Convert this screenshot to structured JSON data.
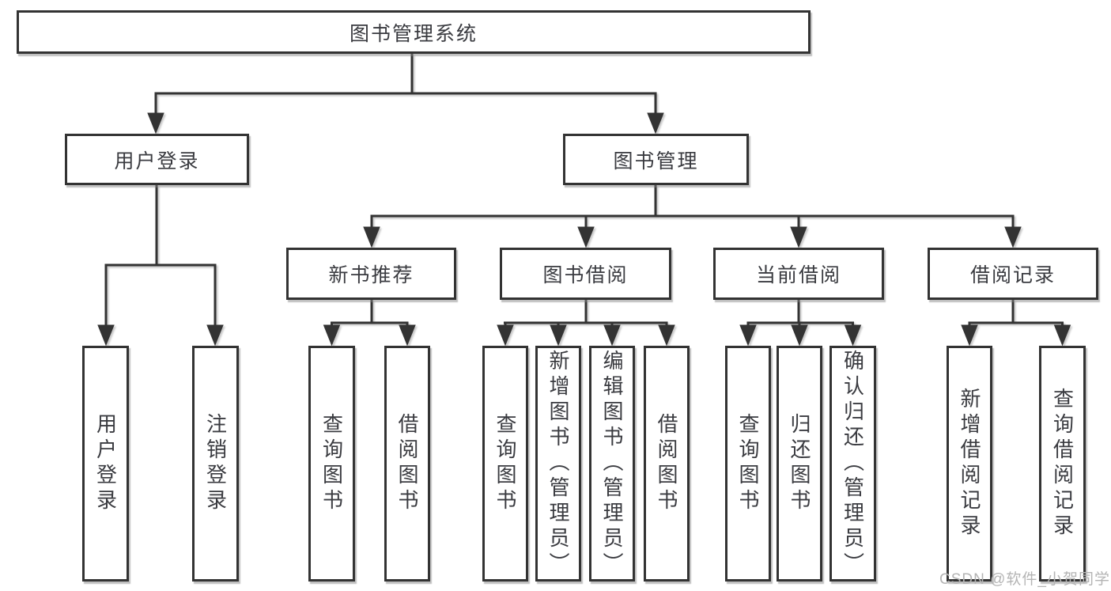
{
  "diagram": {
    "root": {
      "label": "图书管理系统"
    },
    "branches": [
      {
        "label": "用户登录",
        "children": [
          {
            "label": "用户登录"
          },
          {
            "label": "注销登录"
          }
        ]
      },
      {
        "label": "图书管理",
        "children": [
          {
            "label": "新书推荐",
            "children": [
              {
                "label": "查询图书"
              },
              {
                "label": "借阅图书"
              }
            ]
          },
          {
            "label": "图书借阅",
            "children": [
              {
                "label": "查询图书"
              },
              {
                "label": "新增图书（管理员）"
              },
              {
                "label": "编辑图书（管理员）"
              },
              {
                "label": "借阅图书"
              }
            ]
          },
          {
            "label": "当前借阅",
            "children": [
              {
                "label": "查询图书"
              },
              {
                "label": "归还图书"
              },
              {
                "label": "确认归还（管理员）"
              }
            ]
          },
          {
            "label": "借阅记录",
            "children": [
              {
                "label": "新增借阅记录"
              },
              {
                "label": "查询借阅记录"
              }
            ]
          }
        ]
      }
    ]
  },
  "watermark": {
    "text": "CSDN @软件_小贺同学"
  },
  "colors": {
    "line": "#333333",
    "text": "#3a3b40",
    "box_bg": "#ffffff",
    "watermark": "#b4b4b4"
  }
}
